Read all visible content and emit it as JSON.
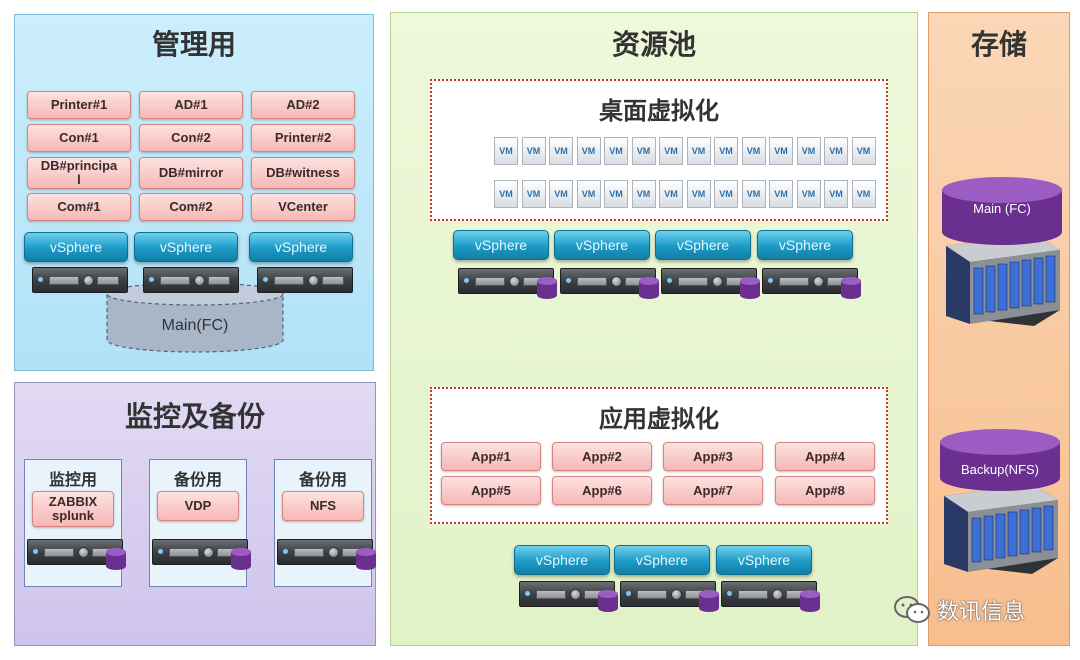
{
  "panels": {
    "management": {
      "title": "管理用",
      "pills": [
        "Printer#1",
        "AD#1",
        "AD#2",
        "Con#1",
        "Con#2",
        "Printer#2",
        "DB#principal",
        "DB#mirror",
        "DB#witness",
        "Com#1",
        "Com#2",
        "VCenter"
      ],
      "vsphere": [
        "vSphere",
        "vSphere",
        "vSphere"
      ],
      "shared_storage": "Main(FC)"
    },
    "monitoring": {
      "title": "监控及备份",
      "groups": [
        {
          "title": "监控用",
          "item": "ZABBIX\nsplunk"
        },
        {
          "title": "备份用",
          "item": "VDP"
        },
        {
          "title": "备份用",
          "item": "NFS"
        }
      ]
    },
    "pool": {
      "title": "资源池",
      "desktop": {
        "title": "桌面虚拟化",
        "vm_label": "VM",
        "vm_rows": 2,
        "vm_per_row": 14
      },
      "desktop_vsphere": [
        "vSphere",
        "vSphere",
        "vSphere",
        "vSphere"
      ],
      "app": {
        "title": "应用虚拟化",
        "apps": [
          "App#1",
          "App#2",
          "App#3",
          "App#4",
          "App#5",
          "App#6",
          "App#7",
          "App#8"
        ]
      },
      "app_vsphere": [
        "vSphere",
        "vSphere",
        "vSphere"
      ]
    },
    "storage": {
      "title": "存储",
      "main": "Main\n(FC)",
      "backup": "Backup(NFS)"
    }
  },
  "watermark": "数讯信息",
  "colors": {
    "pill_border": "#d7837f",
    "vsphere": "#1c9ac6",
    "disk": "#7a3f9e",
    "vm_dotted_border": "#c0392b"
  }
}
